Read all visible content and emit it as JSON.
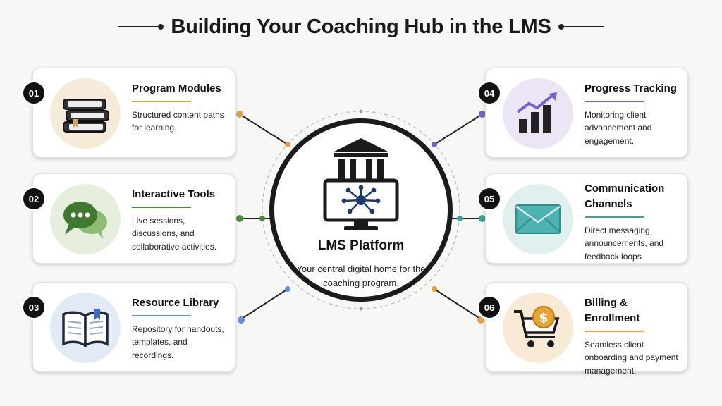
{
  "header": {
    "title": "Building Your Coaching Hub in the LMS"
  },
  "center": {
    "title": "LMS Platform",
    "description": "Your central digital home for the coaching program."
  },
  "cards": [
    {
      "number": "01",
      "title": "Program Modules",
      "description": "Structured content paths for learning.",
      "accent": "#d9a24a",
      "icon": "books-icon"
    },
    {
      "number": "02",
      "title": "Interactive Tools",
      "description": "Live sessions, discussions, and collaborative activities.",
      "accent": "#4f8a3c",
      "icon": "chat-bubbles-icon"
    },
    {
      "number": "03",
      "title": "Resource Library",
      "description": "Repository for handouts, templates, and recordings.",
      "accent": "#6b8fd6",
      "icon": "open-book-icon"
    },
    {
      "number": "04",
      "title": "Progress Tracking",
      "description": "Monitoring client advancement and engagement.",
      "accent": "#7a5fc9",
      "icon": "growth-chart-icon"
    },
    {
      "number": "05",
      "title": "Communication Channels",
      "description": "Direct messaging, announcements, and feedback loops.",
      "accent": "#3aa0a0",
      "icon": "envelope-icon"
    },
    {
      "number": "06",
      "title": "Billing & Enrollment",
      "description": "Seamless client onboarding and payment management.",
      "accent": "#e6a23c",
      "icon": "cart-dollar-icon"
    }
  ]
}
